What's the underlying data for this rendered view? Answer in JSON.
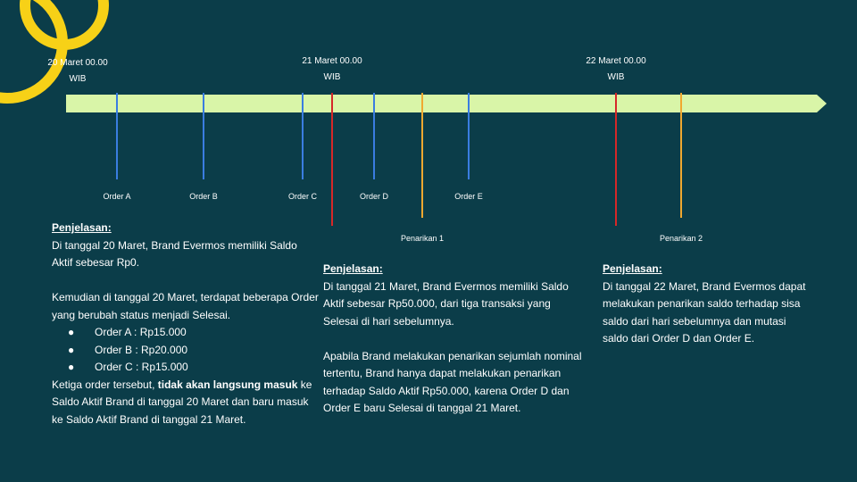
{
  "timeline": {
    "dates": [
      {
        "line1": "20 Maret 00.00",
        "line2": "WIB"
      },
      {
        "line1": "21 Maret 00.00",
        "line2": "WIB"
      },
      {
        "line1": "22 Maret 00.00",
        "line2": "WIB"
      }
    ],
    "orders": [
      "Order A",
      "Order B",
      "Order C",
      "Order D",
      "Order E"
    ],
    "withdrawals": [
      "Penarikan 1",
      "Penarikan 2"
    ],
    "colors": {
      "background": "#0b3d49",
      "bar": "#d9f5a8",
      "order_tick": "#3a7de0",
      "day_marker": "#d62828",
      "withdrawal_tick": "#f0a830",
      "decoration": "#f7d117"
    }
  },
  "col1": {
    "heading": "Penjelasan:",
    "p1": "Di tanggal 20 Maret, Brand Evermos memiliki Saldo Aktif sebesar Rp0.",
    "p2": "Kemudian di tanggal 20 Maret, terdapat beberapa Order yang berubah status menjadi Selesai.",
    "bullets": [
      "Order A : Rp15.000",
      "Order B : Rp20.000",
      "Order C : Rp15.000"
    ],
    "p3_prefix": "Ketiga order tersebut, ",
    "p3_bold": "tidak akan langsung masuk",
    "p3_suffix": " ke Saldo Aktif Brand di tanggal 20 Maret dan baru masuk ke Saldo Aktif Brand di tanggal 21 Maret."
  },
  "col2": {
    "heading": "Penjelasan:",
    "p1": "Di tanggal 21 Maret, Brand Evermos memiliki Saldo Aktif sebesar Rp50.000, dari tiga transaksi yang Selesai di hari sebelumnya.",
    "p2": "Apabila Brand melakukan penarikan sejumlah nominal tertentu, Brand hanya dapat melakukan penarikan terhadap Saldo Aktif Rp50.000, karena Order D dan Order E baru Selesai di tanggal 21 Maret."
  },
  "col3": {
    "heading": "Penjelasan:",
    "p1": "Di tanggal 22 Maret, Brand Evermos dapat melakukan penarikan saldo terhadap sisa saldo dari hari sebelumnya dan mutasi saldo dari Order D dan Order E."
  }
}
